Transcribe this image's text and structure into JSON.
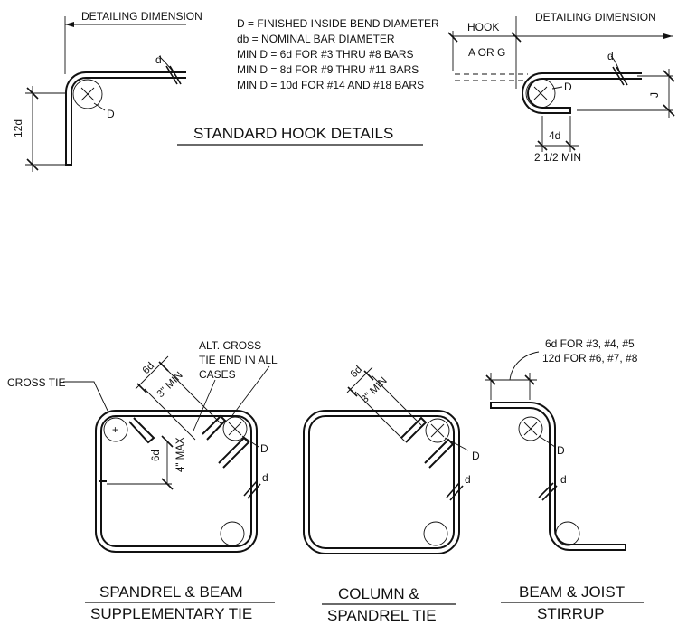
{
  "notes": [
    "D = FINISHED INSIDE BEND DIAMETER",
    "db = NOMINAL BAR DIAMETER",
    "MIN D = 6d FOR #3 THRU #8 BARS",
    "MIN D = 8d FOR #9 THRU #11 BARS",
    "MIN D = 10d FOR #14 AND #18 BARS"
  ],
  "hook_details": {
    "title": "STANDARD HOOK DETAILS",
    "left": {
      "detailing_dimension": "DETAILING DIMENSION",
      "length_label": "12d",
      "diameter_label": "D",
      "bar_label": "d"
    },
    "right": {
      "hook_label": "HOOK",
      "detailing_dimension": "DETAILING DIMENSION",
      "a_or_g": "A OR G",
      "bar_label": "d",
      "diameter_label": "D",
      "j_label": "J",
      "ext_4d": "4d",
      "ext_min": "2 1/2 MIN"
    }
  },
  "ties": {
    "spandrel_beam": {
      "cross_tie": "CROSS TIE",
      "alt_cross_1": "ALT. CROSS",
      "alt_cross_2": "TIE END IN ALL",
      "alt_cross_3": "CASES",
      "label_6d_top": "6d",
      "label_3min": "3\" MIN",
      "label_6d_side": "6d",
      "label_4max": "4\" MAX",
      "label_D": "D",
      "label_d": "d",
      "caption_line1": "SPANDREL & BEAM",
      "caption_line2": "SUPPLEMENTARY TIE"
    },
    "column_spandrel": {
      "label_6d": "6d",
      "label_3min": "3\" MIN",
      "label_D": "D",
      "label_d": "d",
      "caption_line1": "COLUMN &",
      "caption_line2": "SPANDREL TIE"
    },
    "beam_joist": {
      "ext_line1": "6d FOR #3, #4, #5",
      "ext_line2": "12d FOR #6, #7, #8",
      "label_D": "D",
      "label_d": "d",
      "caption_line1": "BEAM & JOIST",
      "caption_line2": "STIRRUP"
    }
  }
}
